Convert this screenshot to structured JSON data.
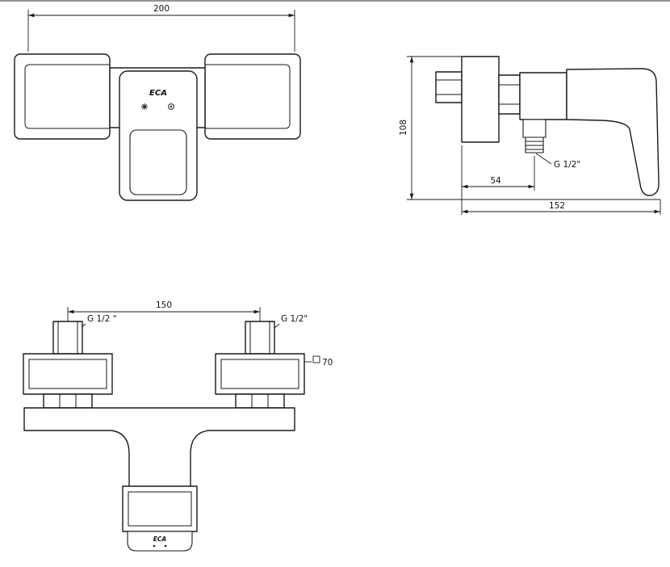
{
  "drawing": {
    "front_view": {
      "dim_width": "200",
      "logo": "ECA"
    },
    "side_view": {
      "dim_height": "108",
      "dim_wall_to_outlet": "54",
      "dim_total_depth": "152",
      "outlet_thread": "G 1/2\""
    },
    "bottom_view": {
      "dim_inlet_centers": "150",
      "inlet_thread_left": "G 1/2 \"",
      "inlet_thread_right": "G 1/2\"",
      "dim_body_square": "70",
      "logo": "ECA"
    },
    "icons": {
      "front_left_indicator": "cold-asterisk-icon",
      "front_right_indicator": "hot-target-icon",
      "square_dim_symbol": "square-symbol-icon"
    },
    "colors": {
      "line": "#1a1a1a",
      "background": "#ffffff"
    }
  }
}
